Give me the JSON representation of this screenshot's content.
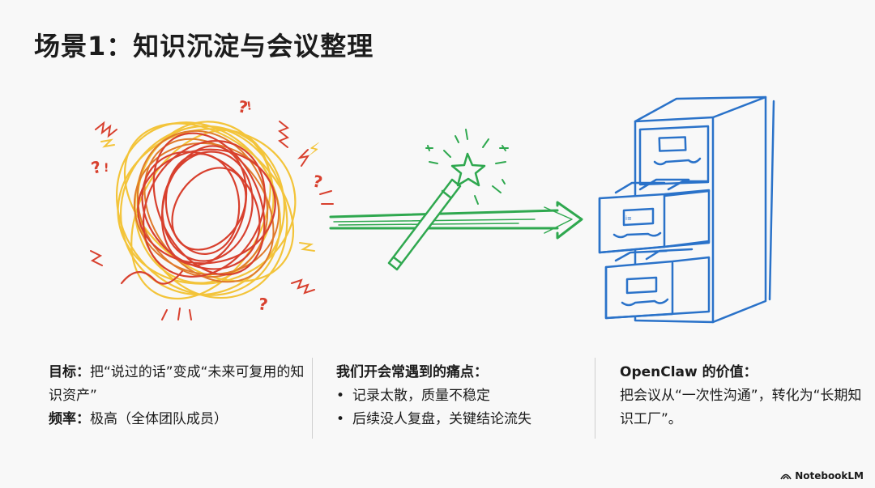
{
  "header": {
    "title": "场景1：知识沉淀与会议整理"
  },
  "col1": {
    "goal_label": "目标：",
    "goal_text": "把“说过的话”变成“未来可复用的知识资产”",
    "freq_label": "频率：",
    "freq_text": "极高（全体团队成员）"
  },
  "col2": {
    "heading": "我们开会常遇到的痛点：",
    "items": [
      "记录太散，质量不稳定",
      "后续没人复盘，关键结论流失"
    ]
  },
  "col3": {
    "heading": "OpenClaw 的价值：",
    "text": "把会议从“一次性沟通”，转化为“长期知识工厂”。"
  },
  "footer": {
    "brand": "NotebookLM"
  },
  "colors": {
    "scribble_red": "#d8402e",
    "scribble_yellow": "#f3c43a",
    "arrow_green": "#2fa84f",
    "cabinet_blue": "#2a72c9"
  }
}
